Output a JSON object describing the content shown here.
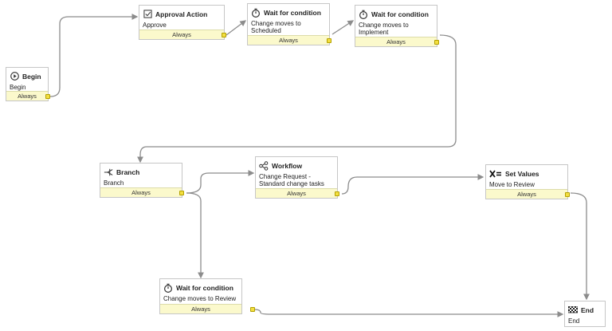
{
  "nodes": {
    "begin": {
      "icon": "play-icon",
      "title": "Begin",
      "desc": [
        "Begin"
      ],
      "footer": "Always"
    },
    "approval": {
      "icon": "checkbox-icon",
      "title": "Approval Action",
      "desc": [
        "Approve"
      ],
      "footer": "Always"
    },
    "wait_scheduled": {
      "icon": "timer-icon",
      "title": "Wait for condition",
      "desc": [
        "Change moves to",
        "Scheduled"
      ],
      "footer": "Always"
    },
    "wait_implement": {
      "icon": "timer-icon",
      "title": "Wait for condition",
      "desc": [
        "Change moves to",
        "Implement"
      ],
      "footer": "Always"
    },
    "branch": {
      "icon": "branch-icon",
      "title": "Branch",
      "desc": [
        "Branch"
      ],
      "footer": "Always"
    },
    "workflow": {
      "icon": "workflow-icon",
      "title": "Workflow",
      "desc": [
        "Change Request -",
        "Standard change tasks"
      ],
      "footer": "Always"
    },
    "set_values": {
      "icon": "set-values-icon",
      "title": "Set Values",
      "desc": [
        "Move to Review"
      ],
      "footer": "Always"
    },
    "wait_review": {
      "icon": "timer-icon",
      "title": "Wait for condition",
      "desc": [
        "Change moves to Review"
      ],
      "footer": "Always"
    },
    "end": {
      "icon": "checkered-flag-icon",
      "title": "End",
      "desc": [
        "End"
      ],
      "footer": ""
    }
  },
  "colors": {
    "wire": "#8c8c8c",
    "footer": "#fbf9cc",
    "port": "#f3df40"
  }
}
